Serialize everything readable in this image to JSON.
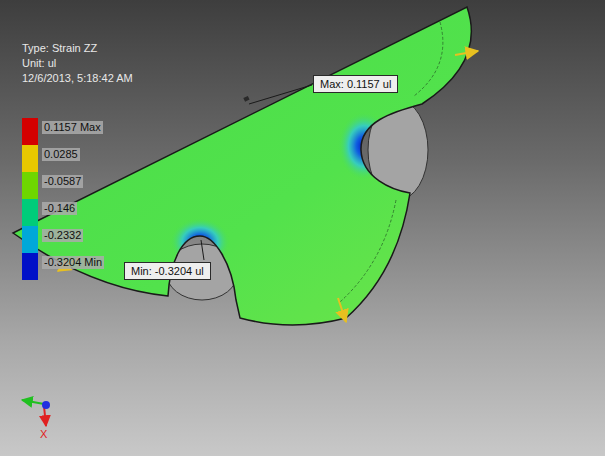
{
  "diagram": {
    "nodes": [
      {
        "text": [
          "Max: 0.1157 ul"
        ]
      },
      {
        "text": [
          "Min: -0.3204 ul"
        ]
      }
    ],
    "labels": [
      "Type: Strain ZZ",
      "Unit: ul",
      "12/6/2013, 5:18:42 AM",
      "X"
    ],
    "legend": [
      {
        "text": "0.1157 Max",
        "color": "#d40000"
      },
      {
        "text": "0.0285",
        "color": "#e8c800"
      },
      {
        "text": "-0.0587",
        "color": "#6ed600"
      },
      {
        "text": "-0.146",
        "color": "#00cc7a"
      },
      {
        "text": "-0.2332",
        "color": "#00a8d8"
      },
      {
        "text": "-0.3204 Min",
        "color": "#0010c8"
      }
    ]
  }
}
